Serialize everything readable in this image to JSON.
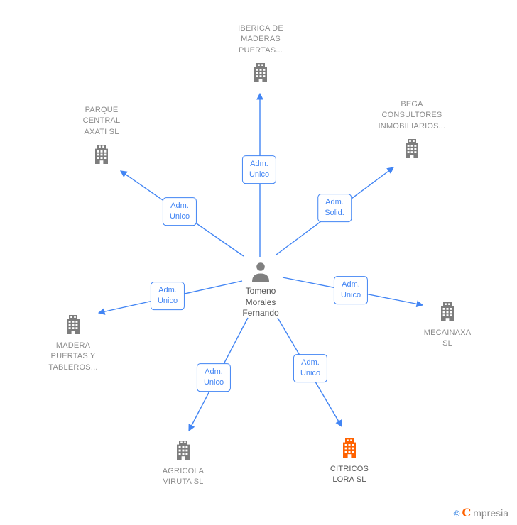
{
  "person": {
    "name": "Tomeno Morales Fernando"
  },
  "companies": [
    {
      "id": "iberica",
      "label": "IBERICA DE MADERAS PUERTAS..."
    },
    {
      "id": "parque",
      "label": "PARQUE CENTRAL AXATI SL"
    },
    {
      "id": "bega",
      "label": "BEGA CONSULTORES INMOBILIARIOS..."
    },
    {
      "id": "mecainaxa",
      "label": "MECAINAXA SL"
    },
    {
      "id": "madera",
      "label": "MADERA PUERTAS Y TABLEROS..."
    },
    {
      "id": "agricola",
      "label": "AGRICOLA VIRUTA SL"
    },
    {
      "id": "citricos",
      "label": "CITRICOS LORA SL"
    }
  ],
  "relationships": [
    {
      "target": "IBERICA DE MADERAS PUERTAS...",
      "label": "Adm.\nUnico"
    },
    {
      "target": "PARQUE CENTRAL AXATI SL",
      "label": "Adm.\nUnico"
    },
    {
      "target": "BEGA CONSULTORES INMOBILIARIOS...",
      "label": "Adm.\nSolid."
    },
    {
      "target": "MADERA PUERTAS Y TABLEROS...",
      "label": "Adm.\nUnico"
    },
    {
      "target": "MECAINAXA SL",
      "label": "Adm.\nUnico"
    },
    {
      "target": "AGRICOLA VIRUTA SL",
      "label": "Adm.\nUnico"
    },
    {
      "target": "CITRICOS LORA SL",
      "label": "Adm.\nUnico"
    }
  ],
  "colors": {
    "edge": "#4285f4",
    "node_gray": "#7d7d7d",
    "highlight": "#ff6200",
    "label_gray": "#8c8c8c"
  },
  "footer": {
    "copyright_symbol": "©",
    "brand_initial": "C",
    "brand_rest": "mpresia"
  }
}
